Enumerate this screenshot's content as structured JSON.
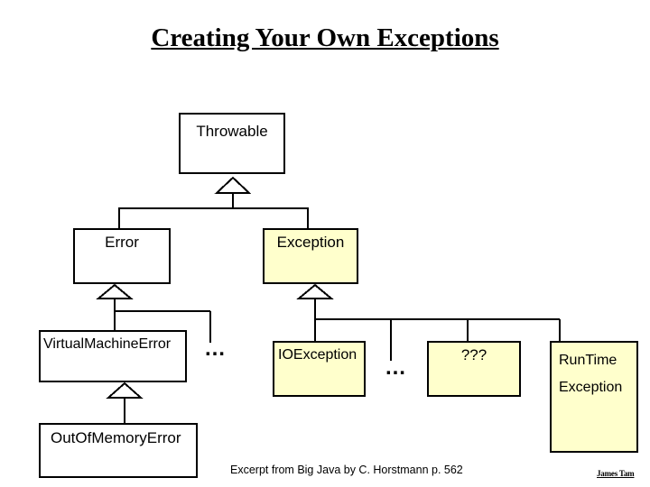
{
  "slide": {
    "title": "Creating Your Own Exceptions",
    "footer": "Excerpt from Big Java by C. Horstmann p. 562",
    "author_watermark": "James Tam"
  },
  "colors": {
    "background": "#FFFFFF",
    "plain_box_fill": "#FFFFFF",
    "highlight_box_fill": "#FFFFCC",
    "line_and_text": "#000000"
  },
  "diagram": {
    "type": "uml-class-inheritance-hierarchy",
    "nodes": [
      {
        "id": "throwable",
        "label": "Throwable",
        "fill": "#FFFFFF"
      },
      {
        "id": "error",
        "label": "Error",
        "fill": "#FFFFFF"
      },
      {
        "id": "exception",
        "label": "Exception",
        "fill": "#FFFFCC"
      },
      {
        "id": "virtual-machine-error",
        "label": "VirtualMachineError",
        "fill": "#FFFFFF"
      },
      {
        "id": "io-exception",
        "label": "IOException",
        "fill": "#FFFFCC"
      },
      {
        "id": "unknown-placeholder",
        "label": "???",
        "fill": "#FFFFCC"
      },
      {
        "id": "runtime-exception",
        "label": "RunTime",
        "label2": "Exception",
        "fill": "#FFFFCC"
      },
      {
        "id": "out-of-memory-error",
        "label": "OutOfMemoryError",
        "fill": "#FFFFFF"
      }
    ],
    "ellipsis": [
      {
        "id": "error-other-subclasses",
        "text": "…"
      },
      {
        "id": "exception-other-subclasses",
        "text": "…"
      }
    ],
    "edges": [
      {
        "child": "Error",
        "parent": "Throwable"
      },
      {
        "child": "Exception",
        "parent": "Throwable"
      },
      {
        "child": "VirtualMachineError",
        "parent": "Error"
      },
      {
        "child": "…",
        "parent": "Error"
      },
      {
        "child": "IOException",
        "parent": "Exception"
      },
      {
        "child": "…",
        "parent": "Exception"
      },
      {
        "child": "???",
        "parent": "Exception"
      },
      {
        "child": "RunTimeException",
        "parent": "Exception"
      },
      {
        "child": "OutOfMemoryError",
        "parent": "VirtualMachineError"
      }
    ]
  }
}
